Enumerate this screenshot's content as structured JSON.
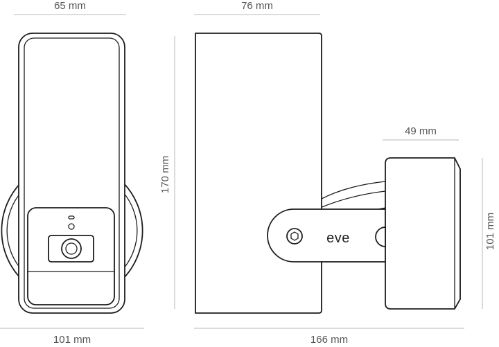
{
  "dimensions": {
    "front_width": "65 mm",
    "front_base_width": "101 mm",
    "height": "170 mm",
    "side_depth": "76 mm",
    "side_total_depth": "166 mm",
    "mount_width": "49 mm",
    "mount_height": "101 mm"
  },
  "brand": {
    "logo_text": "eve"
  },
  "colors": {
    "outline": "#1c1c1c",
    "dimension_line": "#b8b8b8",
    "dimension_text": "#555555"
  }
}
